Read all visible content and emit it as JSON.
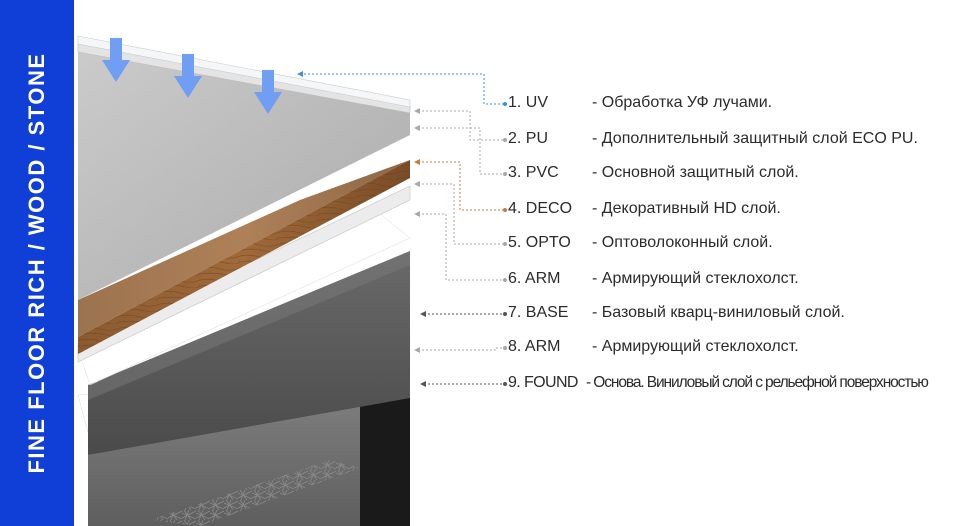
{
  "banner": {
    "title": "FINE FLOOR RICH / WOOD / STONE",
    "color": "#0f3fd6"
  },
  "layers": [
    {
      "code": "1. UV",
      "description": "- Обработка УФ лучами."
    },
    {
      "code": "2. PU",
      "description": "- Дополнительный защитный слой ECO PU."
    },
    {
      "code": "3. PVC",
      "description": "- Основной защитный слой."
    },
    {
      "code": "4. DECO",
      "description": "- Декоративный HD слой."
    },
    {
      "code": "5. OPTO",
      "description": "- Оптоволоконный слой."
    },
    {
      "code": "6. ARM",
      "description": "- Армирующий стеклохолст."
    },
    {
      "code": "7. BASE",
      "description": "- Базовый кварц-виниловый слой."
    },
    {
      "code": "8. ARM",
      "description": "- Армирующий стеклохолст."
    },
    {
      "code": "9. FOUND",
      "description": "- Основа. Виниловый слой с рельефной поверхностью"
    }
  ],
  "colors": {
    "uv_leader": "#3d8fe0",
    "deco_leader": "#c8793c",
    "grey_leader": "#a8a8a8",
    "dark_leader": "#555555",
    "arrows": "#6f9ef2"
  }
}
